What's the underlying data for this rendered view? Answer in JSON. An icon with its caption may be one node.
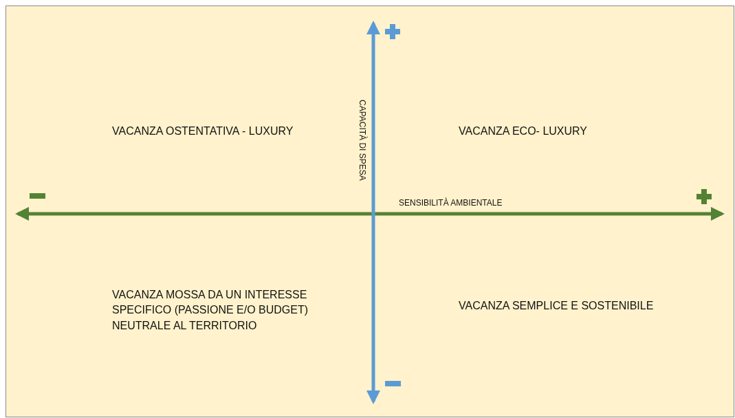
{
  "diagram": {
    "labels": [
      "CAPACITÀ DI SPESA",
      "VACANZA OSTENTATIVA - LUXURY",
      "VACANZA ECO- LUXURY",
      "SENSIBILITÀ AMBIENTALE",
      "VACANZA MOSSA DA UN INTERESSE SPECIFICO (PASSIONE E/O BUDGET) NEUTRALE AL TERRITORIO",
      "VACANZA SEMPLICE E SOSTENIBILE"
    ]
  }
}
